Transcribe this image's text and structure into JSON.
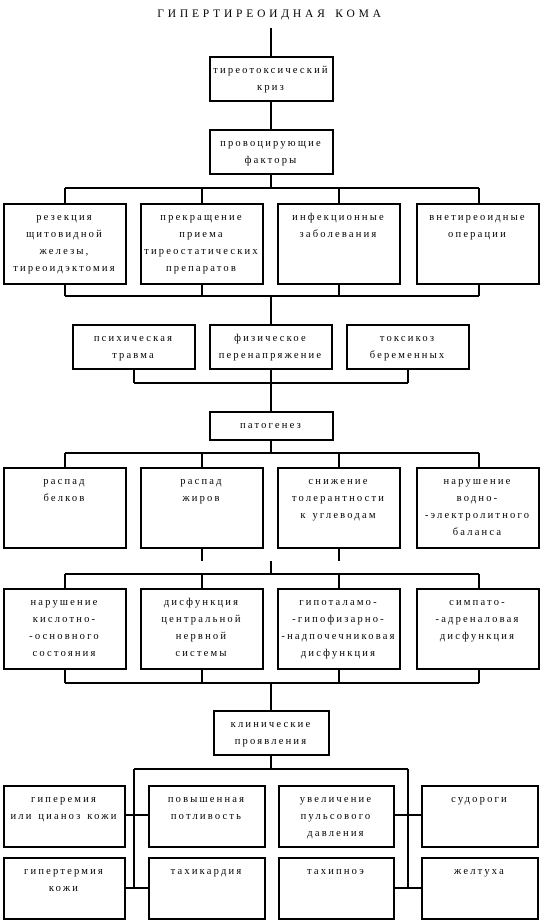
{
  "title": "ГИПЕРТИРЕОИДНАЯ КОМА",
  "nodes": {
    "crisis": "тиреотоксический\nкриз",
    "factors": "провоцирующие\nфакторы",
    "f1": "резекция\nщитовидной\nжелезы,\nтиреоидэктомия",
    "f2": "прекращение\nприема\nтиреостатических\nпрепаратов",
    "f3": "инфекционные\nзаболевания",
    "f4": "внетиреоидные\nоперации",
    "f5": "психическая\nтравма",
    "f6": "физическое\nперенапряжение",
    "f7": "токсикоз\nбеременных",
    "pathogenesis": "патогенез",
    "p1": "распад\nбелков",
    "p2": "распад\nжиров",
    "p3": "снижение\nтолерантности\nк углеводам",
    "p4": "нарушение\nводно-\n-электролитного\nбаланса",
    "p5": "нарушение\nкислотно-\n-основного\nсостояния",
    "p6": "дисфункция\nцентральной\nнервной\nсистемы",
    "p7": "гипоталамо-\n-гипофизарно-\n-надпочечниковая\nдисфункция",
    "p8": "симпато-\n-адреналовая\nдисфункция",
    "clinical": "клинические\nпроявления",
    "c1": "гиперемия\nили цианоз кожи",
    "c2": "повышенная\nпотливость",
    "c3": "увеличение\nпульсового\nдавления",
    "c4": "судороги",
    "c5": "гипертермия\nкожи",
    "c6": "тахикардия",
    "c7": "тахипноэ",
    "c8": "желтуха"
  }
}
